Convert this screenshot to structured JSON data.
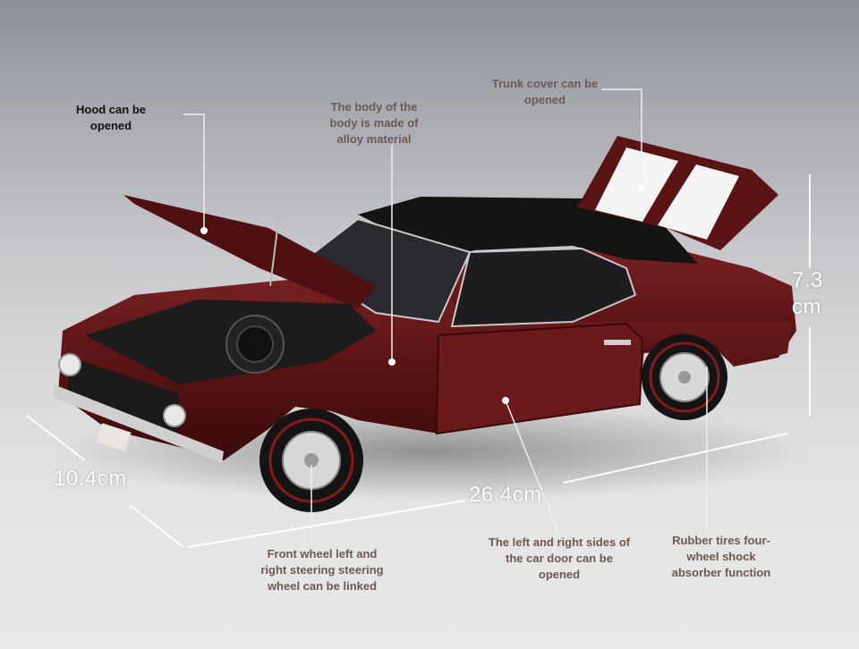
{
  "callouts": {
    "hood": "Hood can be opened",
    "body": "The body of the body is made of alloy material",
    "trunk": "Trunk cover can be opened",
    "front_wheel": "Front wheel left and right steering steering wheel can be linked",
    "door": "The left and right sides of the car door can be opened",
    "tires": "Rubber tires four-wheel shock absorber function"
  },
  "dimensions": {
    "width": "10.4cm",
    "length": "26.4cm",
    "height_value": "7.3",
    "height_unit": "cm"
  },
  "colors": {
    "body": "#5a1414",
    "roof": "#141414",
    "stripe": "#f4f4f4"
  }
}
